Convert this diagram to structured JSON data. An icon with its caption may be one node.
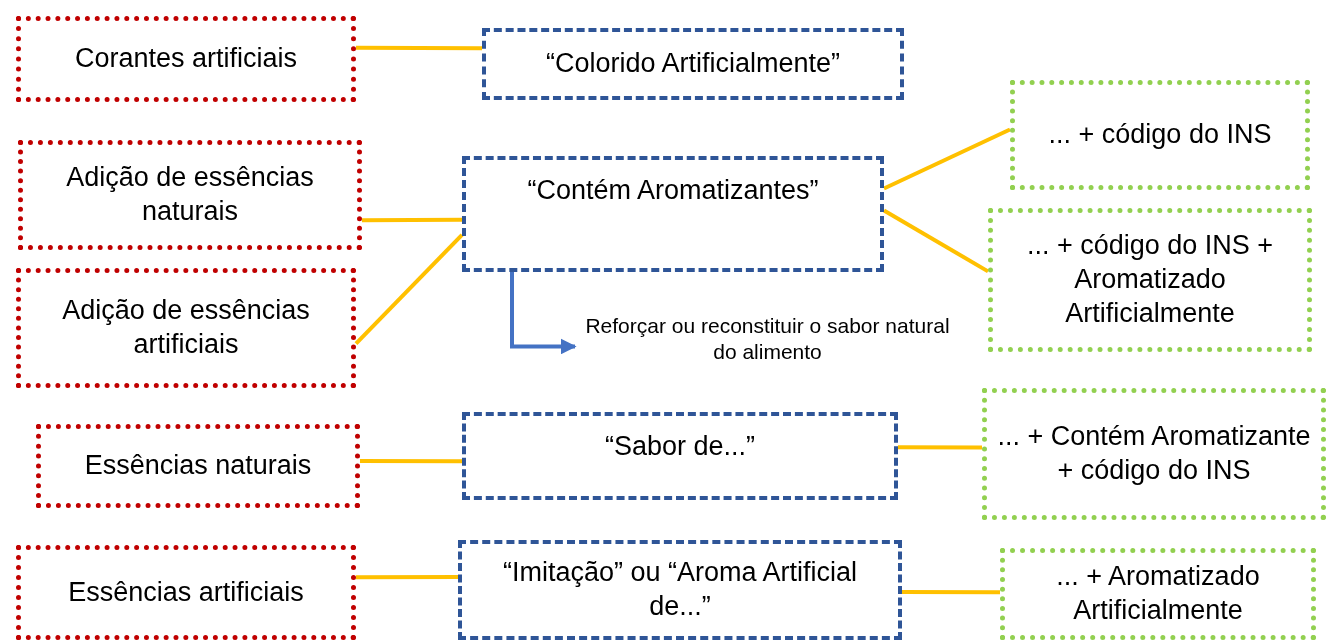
{
  "diagram": {
    "nodes": [
      {
        "text": [
          "Corantes artificiais"
        ]
      },
      {
        "text": [
          "“Colorido Artificialmente”"
        ]
      },
      {
        "text": [
          "Adição de essências naturais"
        ]
      },
      {
        "text": [
          "Adição de essências artificiais"
        ]
      },
      {
        "text": [
          "“Contém Aromatizantes”"
        ]
      },
      {
        "text": [
          "... + código do INS"
        ]
      },
      {
        "text": [
          "... + código do INS + Aromatizado Artificialmente"
        ]
      },
      {
        "text": [
          "Reforçar ou reconstituir o sabor natural do alimento"
        ]
      },
      {
        "text": [
          "Essências naturais"
        ]
      },
      {
        "text": [
          "“Sabor de...”"
        ]
      },
      {
        "text": [
          "... + Contém Aromatizante + código do INS"
        ]
      },
      {
        "text": [
          "Essências artificiais"
        ]
      },
      {
        "text": [
          "“Imitação” ou “Aroma Artificial de...”"
        ]
      },
      {
        "text": [
          "... + Aromatizado Artificialmente"
        ]
      }
    ],
    "edges": [
      {
        "from": 0,
        "to": 1,
        "arrow": "none"
      },
      {
        "from": 2,
        "to": 4,
        "arrow": "none"
      },
      {
        "from": 3,
        "to": 4,
        "arrow": "none"
      },
      {
        "from": 4,
        "to": 5,
        "arrow": "none"
      },
      {
        "from": 4,
        "to": 6,
        "arrow": "none"
      },
      {
        "from": 4,
        "to": 7,
        "arrow": "to",
        "color": "#4472c4"
      },
      {
        "from": 8,
        "to": 9,
        "arrow": "none"
      },
      {
        "from": 9,
        "to": 10,
        "arrow": "none"
      },
      {
        "from": 11,
        "to": 12,
        "arrow": "none"
      },
      {
        "from": 12,
        "to": 13,
        "arrow": "none"
      }
    ]
  }
}
